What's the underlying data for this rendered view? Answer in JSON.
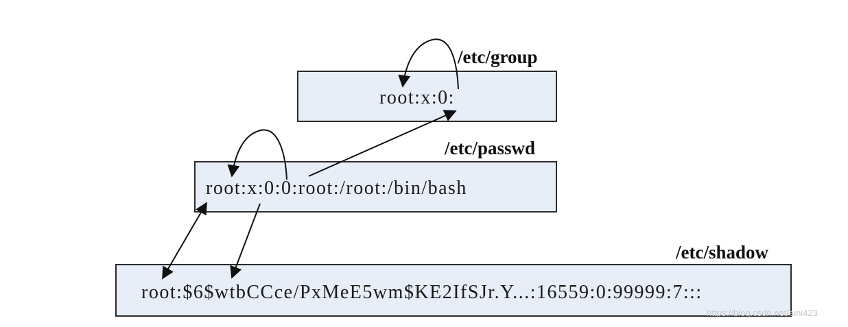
{
  "files": {
    "group": {
      "label": "/etc/group",
      "entry": "root:x:0:"
    },
    "passwd": {
      "label": "/etc/passwd",
      "entry": "root:x:0:0:root:/root:/bin/bash"
    },
    "shadow": {
      "label": "/etc/shadow",
      "entry": "root:$6$wtbCCce/PxMeE5wm$KE2IfSJr.Y...:16559:0:99999:7:::"
    }
  },
  "watermark": "https://blog.csdn.net/aini423",
  "colors": {
    "box_fill": "#e8eef7",
    "box_border": "#2b2b2b",
    "arrow": "#111111"
  }
}
